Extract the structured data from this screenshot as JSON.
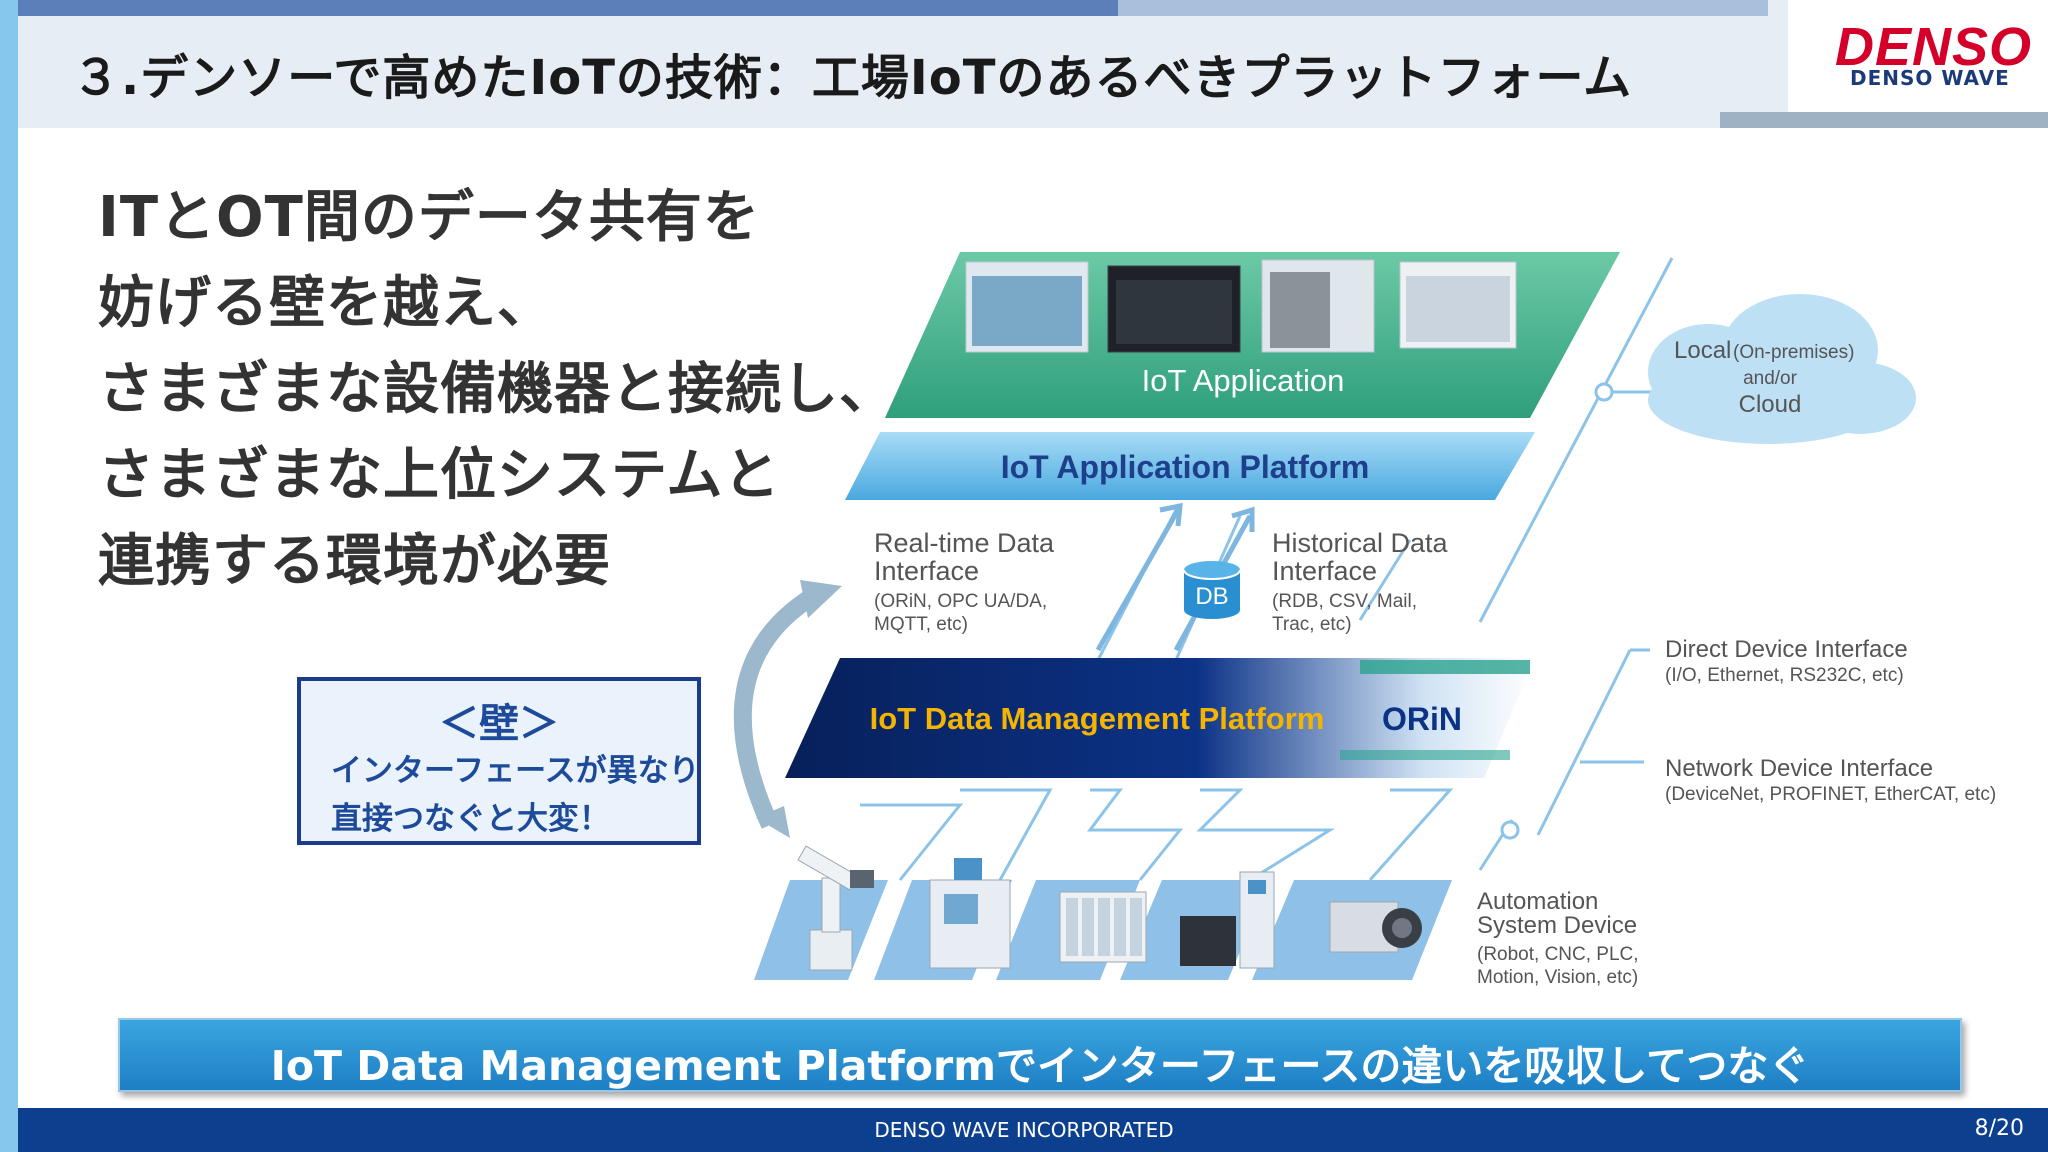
{
  "header": {
    "title": "３.デンソーで高めたIoTの技術：工場IoTのあるべきプラットフォーム",
    "logo_brand": "DENSO",
    "logo_sub": "DENSO WAVE"
  },
  "lead": {
    "lines": [
      "ITとOT間のデータ共有を",
      "妨げる壁を越え、",
      "さまざまな設備機器と接続し、",
      "さまざまな上位システムと",
      "連携する環境が必要"
    ]
  },
  "wall": {
    "title": "＜壁＞",
    "line1": "インターフェースが異なり",
    "line2": "直接つなぐと大変！"
  },
  "diagram": {
    "iot_application": "IoT Application",
    "app_platform": "IoT Application Platform",
    "realtime_title1": "Real-time Data",
    "realtime_title2": "Interface",
    "realtime_sub1": "(ORiN, OPC UA/DA,",
    "realtime_sub2": "MQTT, etc)",
    "db_label": "DB",
    "historical_title1": "Historical Data",
    "historical_title2": "Interface",
    "historical_sub1": "(RDB, CSV, Mail,",
    "historical_sub2": "Trac, etc)",
    "data_mgmt_platform": "IoT Data Management Platform",
    "orin_logo": "ORiN",
    "cloud_line1_a": "Local",
    "cloud_line1_b": " (On-premises)",
    "cloud_line2": "and/or",
    "cloud_line3": "Cloud",
    "direct_title": "Direct Device Interface",
    "direct_sub": "(I/O, Ethernet, RS232C, etc)",
    "network_title": "Network Device Interface",
    "network_sub": "(DeviceNet, PROFINET, EtherCAT, etc)",
    "automation_title1": "Automation",
    "automation_title2": "System Device",
    "automation_sub1": "(Robot, CNC, PLC,",
    "automation_sub2": "Motion, Vision,  etc)"
  },
  "banner": {
    "text": "IoT Data Management Platformでインターフェースの違いを吸収してつなぐ"
  },
  "footer": {
    "company": "DENSO WAVE INCORPORATED",
    "page": "8/20"
  },
  "colors": {
    "title_accent": "#5b7fb8",
    "brand_red": "#d4002a",
    "footer_blue": "#0d3f8f",
    "banner_blue": "#1e7fc4",
    "app_green": "#3daa86",
    "platform_blue": "#5bb4e4",
    "data_mgmt_navy": "#0b2a6e"
  }
}
